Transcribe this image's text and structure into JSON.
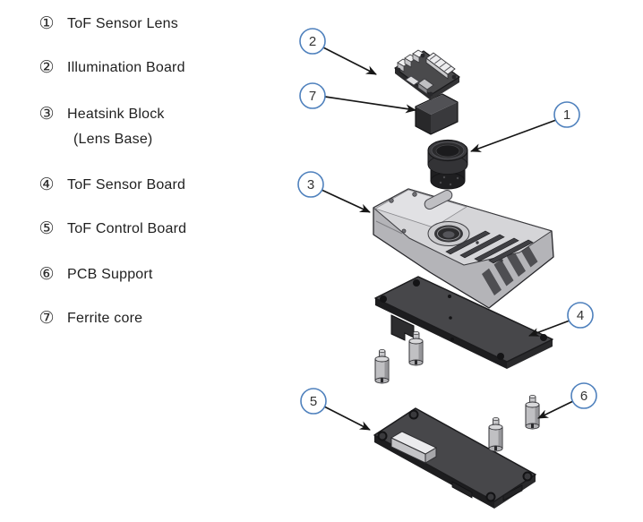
{
  "legend": {
    "items": [
      {
        "glyph": "①",
        "label": "ToF Sensor Lens",
        "label2": ""
      },
      {
        "glyph": "②",
        "label": "Illumination Board",
        "label2": ""
      },
      {
        "glyph": "③",
        "label": "Heatsink Block",
        "label2": "(Lens Base)"
      },
      {
        "glyph": "④",
        "label": "ToF Sensor Board",
        "label2": ""
      },
      {
        "glyph": "⑤",
        "label": "ToF Control Board",
        "label2": ""
      },
      {
        "glyph": "⑥",
        "label": "PCB Support",
        "label2": ""
      },
      {
        "glyph": "⑦",
        "label": "Ferrite core",
        "label2": ""
      }
    ]
  },
  "callouts": {
    "c1": "1",
    "c2": "2",
    "c3": "3",
    "c4": "4",
    "c5": "5",
    "c6": "6",
    "c7": "7"
  },
  "colors": {
    "callout_accent": "#4f81bd",
    "line": "#161616",
    "board_dark": "#47474a",
    "metal_light": "#d5d5d8"
  }
}
